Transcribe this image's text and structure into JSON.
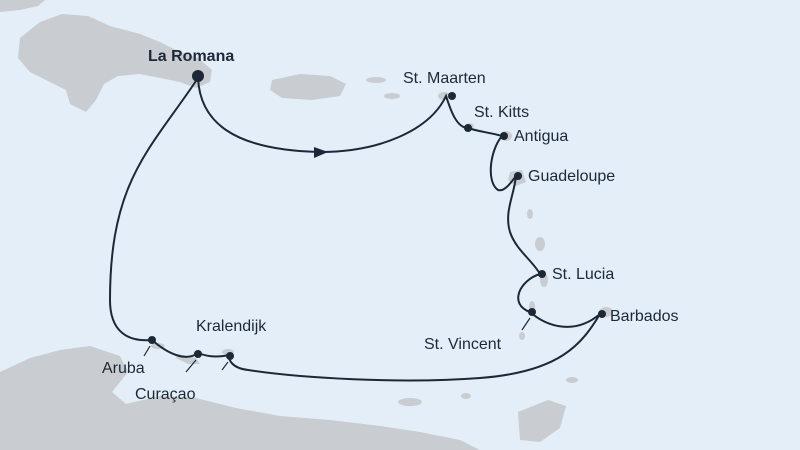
{
  "map": {
    "colors": {
      "sea": "#e3eef8",
      "land": "#c9cdd1",
      "route": "#1c2836"
    },
    "home_port": "La Romana",
    "ports": [
      "St. Maarten",
      "St. Kitts",
      "Antigua",
      "Guadeloupe",
      "St. Lucia",
      "Barbados",
      "St. Vincent",
      "Kralendijk",
      "Aruba",
      "Curaçao"
    ]
  }
}
